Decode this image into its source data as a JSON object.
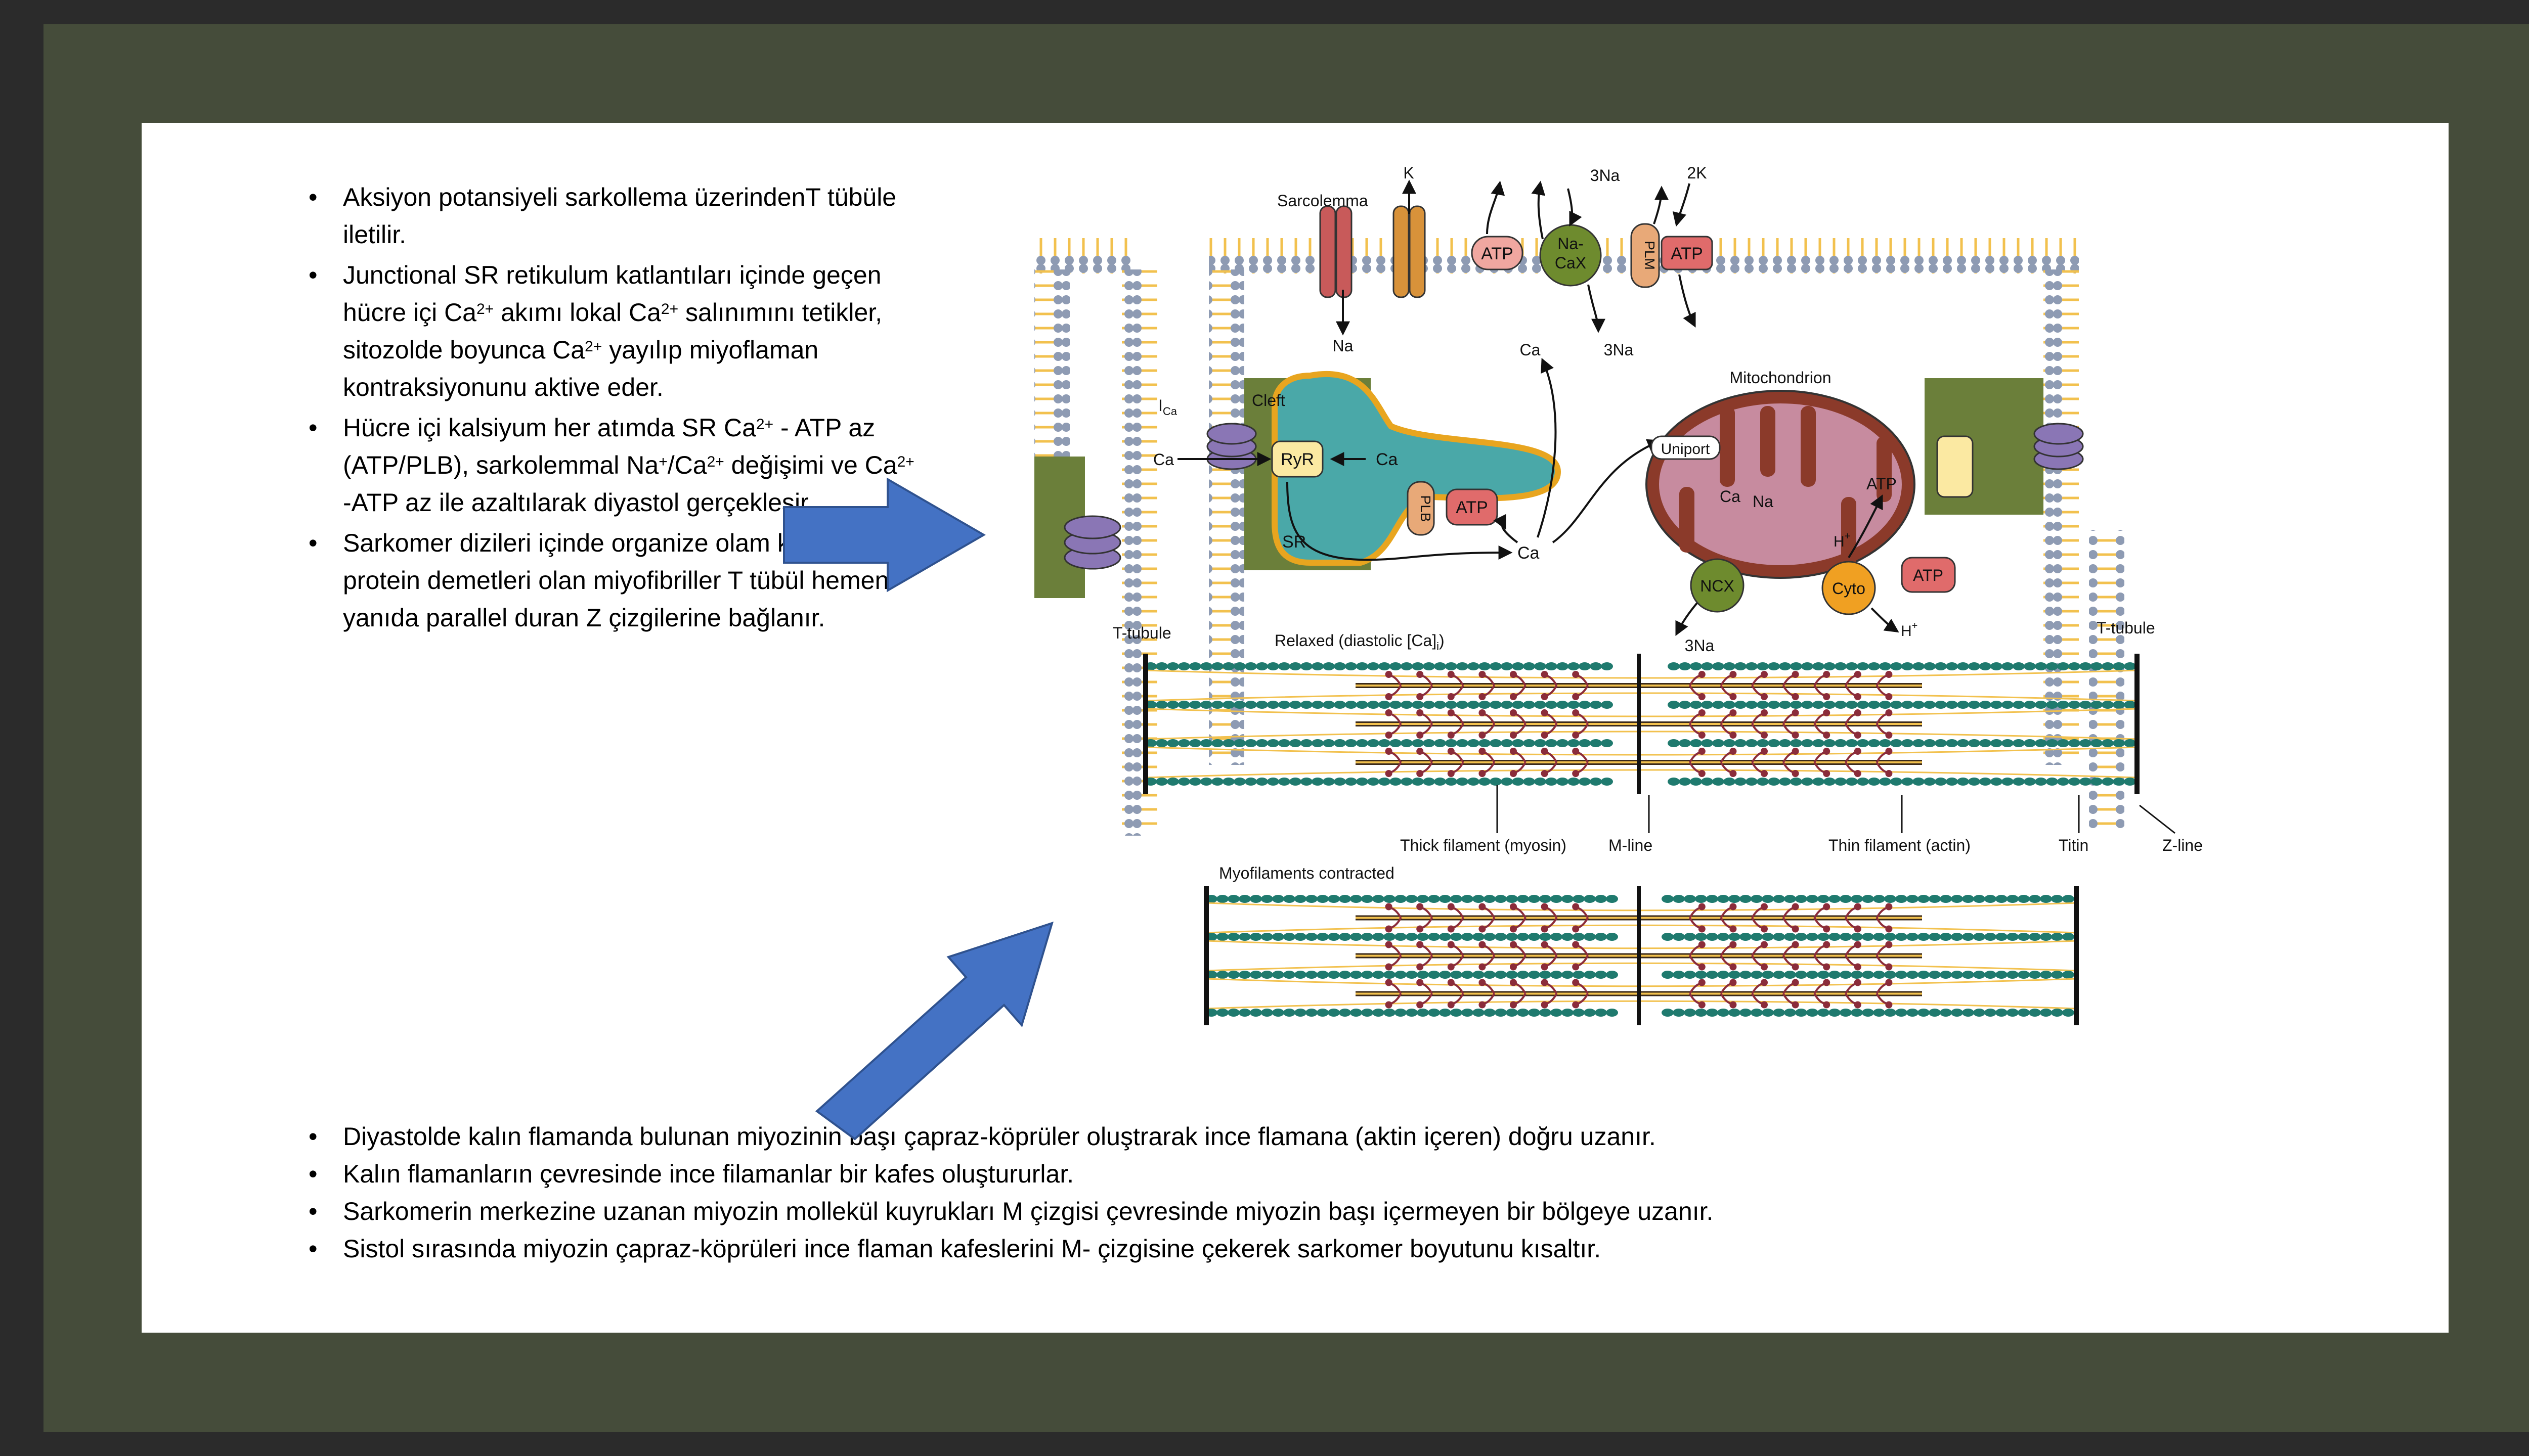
{
  "left_bullets": [
    {
      "parts": [
        "Aksiyon potansiyeli sarkollema üzerindenT tübüle iletilir."
      ]
    },
    {
      "parts": [
        "Junctional SR retikulum katlantıları içinde geçen hücre içi Ca",
        "2+",
        " akımı lokal Ca",
        "2+",
        " salınımını  tetikler, sitozolde boyunca Ca",
        "2+",
        " yayılıp miyoflaman kontraksiyonunu aktive eder."
      ]
    },
    {
      "parts": [
        "Hücre içi kalsiyum her atımda SR Ca",
        "2+",
        " - ATP az (ATP/PLB), sarkolemmal Na",
        "+",
        "/Ca",
        "2+",
        " değişimi ve Ca",
        "2+",
        " -ATP az ile  azaltılarak diyastol gerçekleşir."
      ]
    },
    {
      "parts": [
        "Sarkomer dizileri içinde organize olam kontraktil protein demetleri olan miyofibriller T tübül hemen yanıda parallel duran Z çizgilerine bağlanır."
      ]
    }
  ],
  "bottom_bullets": [
    "Diyastolde kalın flamanda bulunan miyozinin  başı çapraz-köprüler oluştrarak ince flamana (aktin içeren) doğru uzanır.",
    "Kalın flamanların çevresinde ince filamanlar bir kafes oluştururlar.",
    "Sarkomerin merkezine uzanan miyozin mollekül kuyrukları M çizgisi çevresinde miyozin başı içermeyen bir bölgeye uzanır.",
    "Sistol sırasında miyozin çapraz-köprüleri ince flaman kafeslerini  M- çizgisine çekerek sarkomer boyutunu kısaltır."
  ],
  "diagram": {
    "sarcolemma": "Sarcolemma",
    "k": "K",
    "na_top": "Na",
    "three_na_top": "3Na",
    "two_k": "2K",
    "atp_pump1": "ATP",
    "na_cax": [
      "Na-",
      "CaX"
    ],
    "plm": "PLM",
    "atp_pump2": "ATP",
    "ca_below": "Ca",
    "three_na_below": "3Na",
    "mitochondrion": "Mitochondrion",
    "cleft": "Cleft",
    "ica": "I",
    "ica_sub": "Ca",
    "ca_left": "Ca",
    "ryr": "RyR",
    "ca_sr": "Ca",
    "plb": "PLB",
    "atp_serca": "ATP",
    "sr": "SR",
    "ca_cyto": "Ca",
    "uniport": "Uniport",
    "ca_mito": "Ca",
    "na_mito": "Na",
    "atp_mito": "ATP",
    "h_mito": "H",
    "h_sup": "+",
    "ncx": "NCX",
    "cyto": "Cyto",
    "atp_cyto": "ATP",
    "h_out": "H",
    "h_out_sup": "+",
    "three_na_ncx": "3Na",
    "ttubule_left": "T-tubule",
    "ttubule_right": "T-tubule",
    "relaxed": "Relaxed (diastolic [Ca]",
    "relaxed_sub": "i",
    "relaxed_end": ")",
    "thick": "Thick filament (myosin)",
    "mline": "M-line",
    "thin": "Thin filament (actin)",
    "titin": "Titin",
    "zline": "Z-line",
    "contracted": "Myofilaments contracted"
  },
  "colors": {
    "frame": "#454c3a",
    "arrow": "#4472c4",
    "membrane_head": "#8e9bb3",
    "membrane_tail": "#f2c14e",
    "sr_fill": "#4aa8a8",
    "sr_border": "#e8a51f",
    "cleft_green": "#6b7f3a",
    "mito_outer": "#8b3a2a",
    "mito_inner": "#c78b9f",
    "atp_pink": "#e06b6b",
    "ncx_green": "#6e8b2e",
    "actin_teal": "#1f7a6e",
    "myosin_red": "#8b2c3a"
  }
}
